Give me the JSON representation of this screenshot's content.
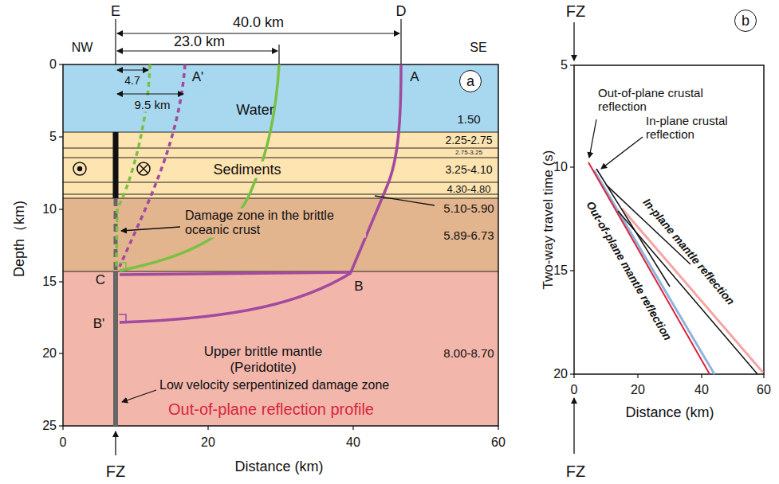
{
  "diagram": {
    "nodes": [
      {
        "text": [
          "a"
        ]
      },
      {
        "text": [
          "b"
        ]
      }
    ],
    "labels": [
      "E",
      "D",
      "40.0 km",
      "23.0 km",
      "NW",
      "SE",
      "4.7",
      "A'",
      "9.5 km",
      "A",
      "Water",
      "1.50",
      "2.25-2.75",
      "2.75-3.25",
      "Sediments",
      "3.25-4.10",
      "4.30-4.80",
      "5.10-5.90",
      "Damage zone in the brittle oceanic crust",
      "5.89-6.73",
      "C",
      "B",
      "B'",
      "Upper brittle mantle (Peridotite)",
      "8.00-8.70",
      "Low velocity serpentinized damage zone",
      "Out-of-plane reflection profile",
      "0",
      "5",
      "10",
      "15",
      "20",
      "25",
      "0",
      "20",
      "40",
      "60",
      "Depth（km)",
      "Distance (km)",
      "FZ",
      "FZ",
      "Out-of-plane crustal reflection",
      "In-plane crustal reflection",
      "Out-of-plane mantle reflection",
      "In-plane mantle reflection",
      "5",
      "10",
      "15",
      "20",
      "Two-way travel time (s)",
      "0",
      "20",
      "40",
      "60",
      "Distance (km)",
      "FZ"
    ]
  }
}
